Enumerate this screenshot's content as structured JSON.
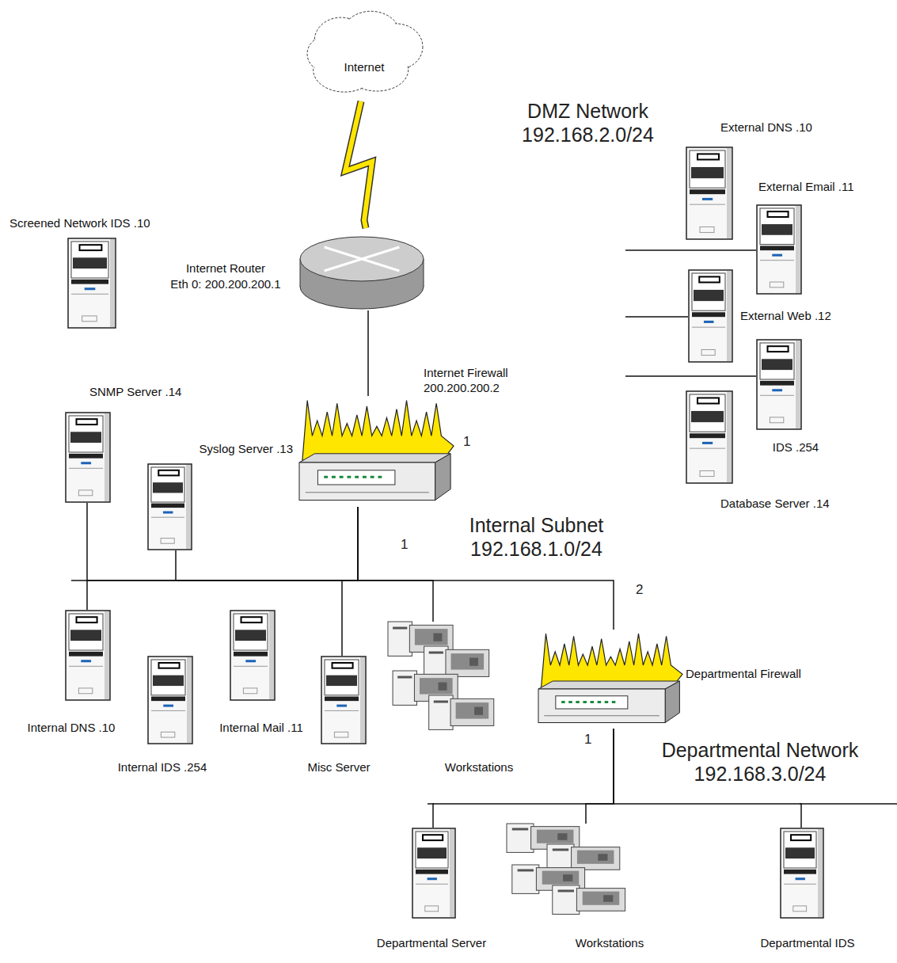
{
  "diagram": {
    "nodes": [
      {
        "text": [
          "Internet"
        ]
      },
      {
        "text": [
          "Screened Network IDS .10"
        ]
      },
      {
        "text": [
          "Internet Router",
          "Eth 0: 200.200.200.1"
        ]
      },
      {
        "text": [
          "Internet Firewall",
          "200.200.200.2"
        ]
      },
      {
        "text": [
          "SNMP Server .14"
        ]
      },
      {
        "text": [
          "Syslog Server .13"
        ]
      },
      {
        "text": [
          "External DNS .10"
        ]
      },
      {
        "text": [
          "External Email .11"
        ]
      },
      {
        "text": [
          "External Web .12"
        ]
      },
      {
        "text": [
          "IDS .254"
        ]
      },
      {
        "text": [
          "Database Server .14"
        ]
      },
      {
        "text": [
          "Internal DNS .10"
        ]
      },
      {
        "text": [
          "Internal IDS .254"
        ]
      },
      {
        "text": [
          "Internal Mail .11"
        ]
      },
      {
        "text": [
          "Misc Server"
        ]
      },
      {
        "text": [
          "Workstations"
        ]
      },
      {
        "text": [
          "Departmental Firewall"
        ]
      },
      {
        "text": [
          "Departmental Server"
        ]
      },
      {
        "text": [
          "Workstations"
        ]
      },
      {
        "text": [
          "Departmental IDS"
        ]
      }
    ],
    "edges": [
      {
        "from": 0,
        "to": 2,
        "arrow": "none"
      },
      {
        "from": 2,
        "to": 3,
        "arrow": "none"
      },
      {
        "from": 3,
        "to": 4,
        "arrow": "none"
      },
      {
        "from": 3,
        "to": 5,
        "arrow": "none"
      },
      {
        "from": 3,
        "to": 11,
        "arrow": "none"
      },
      {
        "from": 3,
        "to": 14,
        "arrow": "none"
      },
      {
        "from": 3,
        "to": 15,
        "arrow": "none"
      },
      {
        "from": 3,
        "to": 16,
        "arrow": "none"
      },
      {
        "from": 16,
        "to": 17,
        "arrow": "none"
      },
      {
        "from": 16,
        "to": 18,
        "arrow": "none"
      },
      {
        "from": 16,
        "to": 19,
        "arrow": "none"
      }
    ],
    "labels": [
      "DMZ Network 192.168.2.0/24",
      "1",
      "1",
      "Internal Subnet 192.168.1.0/24",
      "2",
      "1",
      "Departmental Network 192.168.3.0/24"
    ]
  }
}
